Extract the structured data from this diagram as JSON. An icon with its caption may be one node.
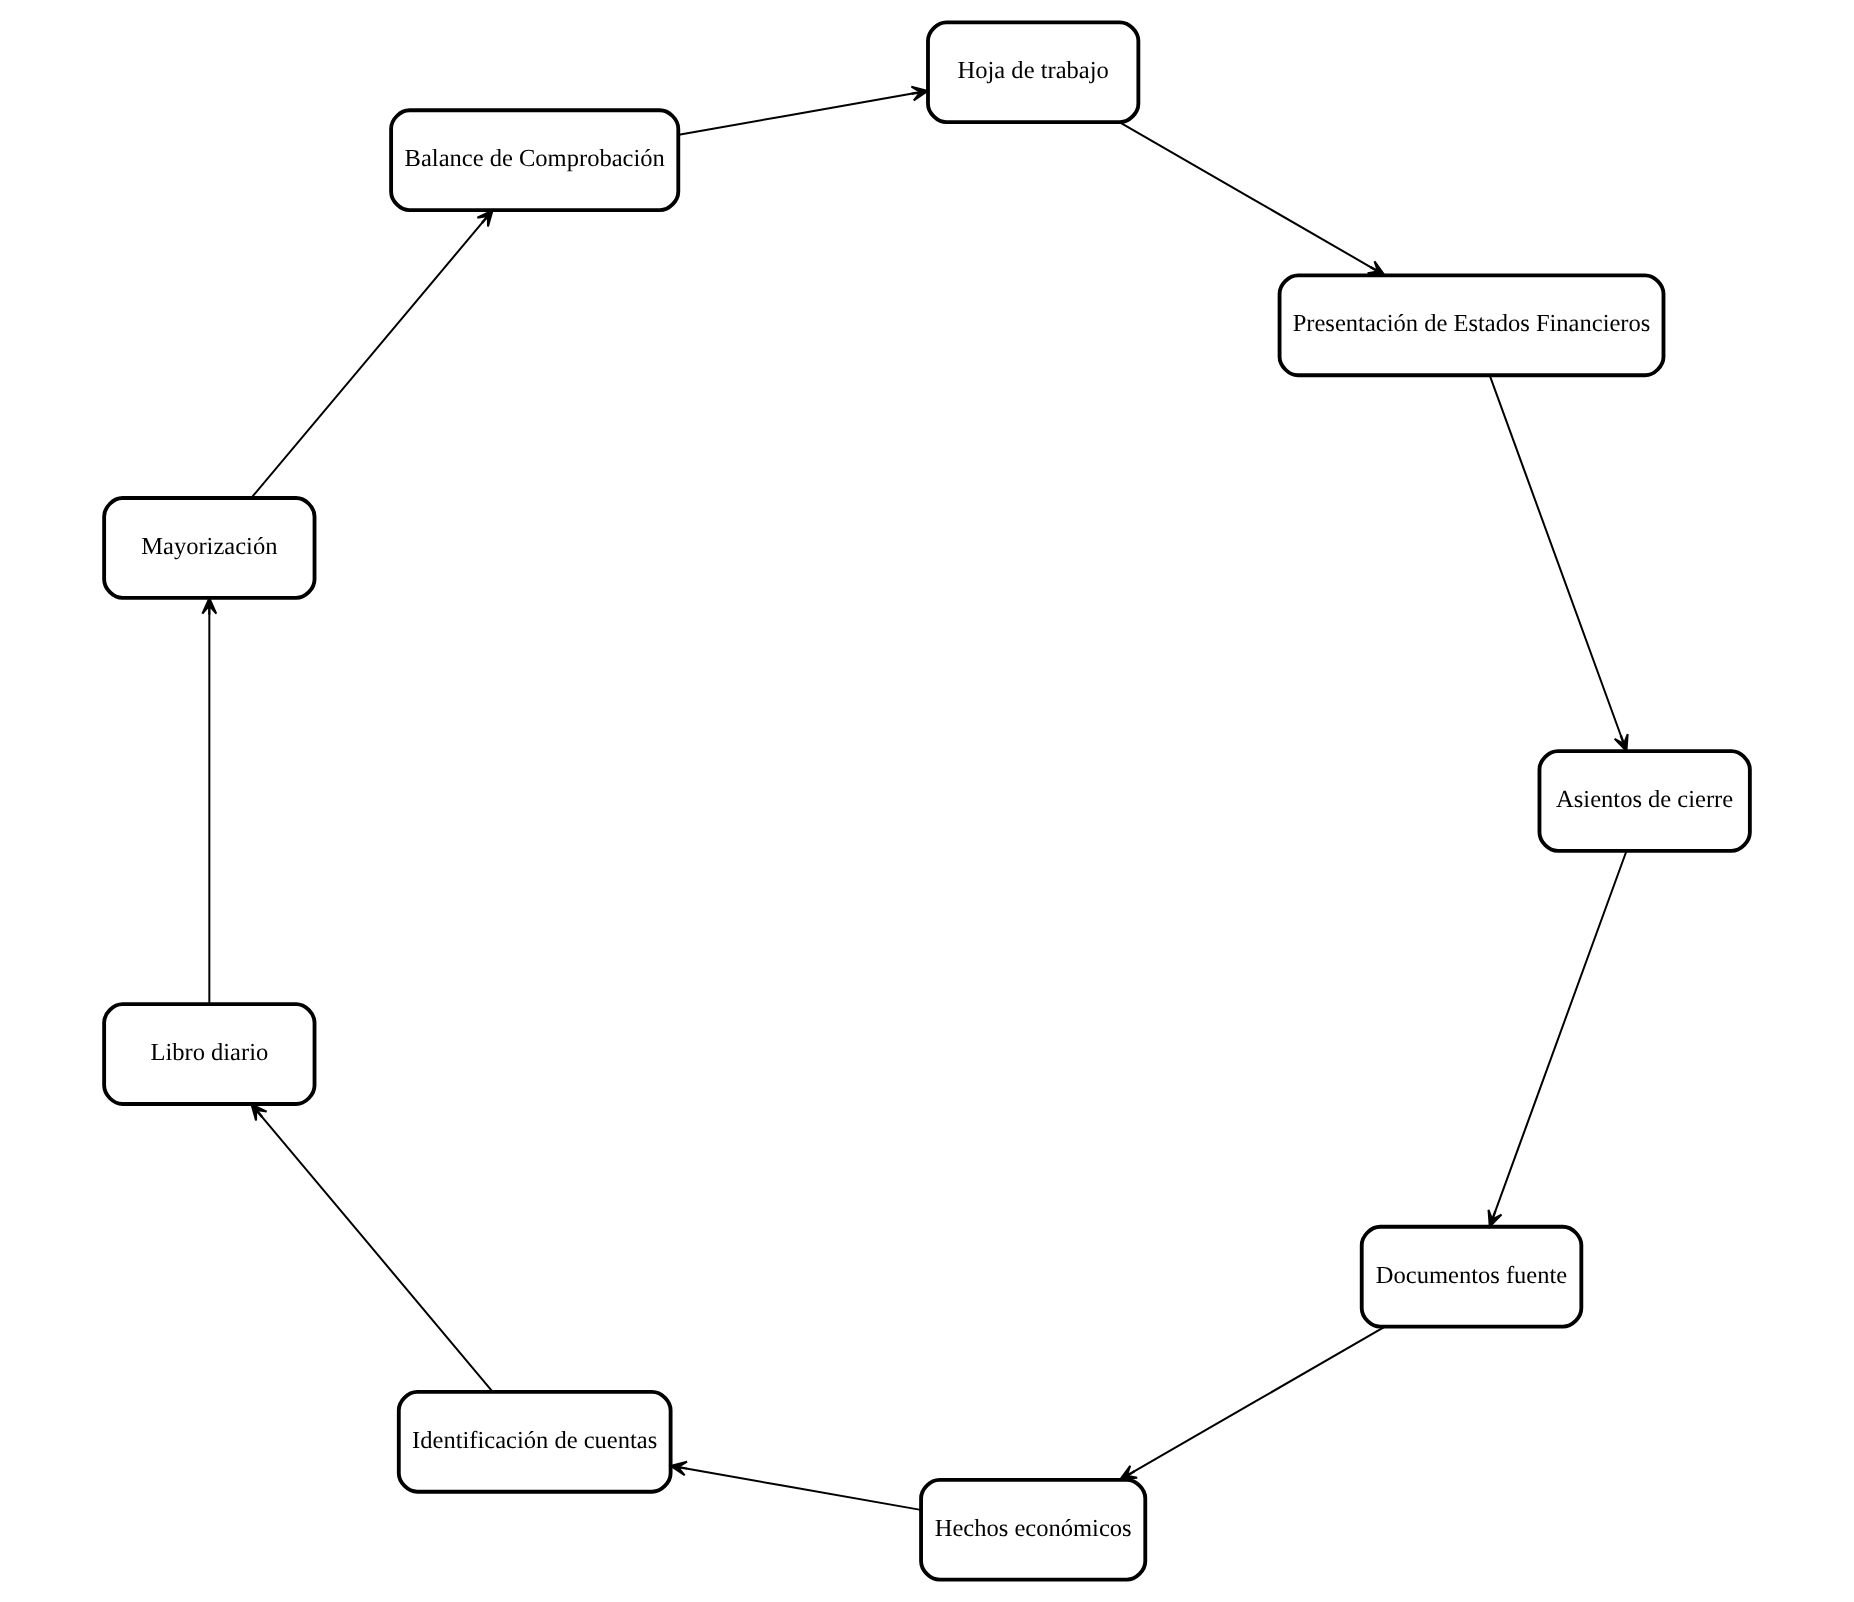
{
  "diagram": {
    "nodes": [
      {
        "text": [
          "Documentos fuente"
        ]
      },
      {
        "text": [
          "Hechos económicos"
        ]
      },
      {
        "text": [
          "Identificación de cuentas"
        ]
      },
      {
        "text": [
          "Libro diario"
        ]
      },
      {
        "text": [
          "Mayorización"
        ]
      },
      {
        "text": [
          "Balance de Comprobación"
        ]
      },
      {
        "text": [
          "Hoja de trabajo"
        ]
      },
      {
        "text": [
          "Presentación de Estados Financieros"
        ]
      },
      {
        "text": [
          "Asientos de cierre"
        ]
      }
    ],
    "edges": [
      {
        "from": 0,
        "to": 1,
        "arrow": "to"
      },
      {
        "from": 1,
        "to": 2,
        "arrow": "to"
      },
      {
        "from": 2,
        "to": 3,
        "arrow": "to"
      },
      {
        "from": 3,
        "to": 4,
        "arrow": "to"
      },
      {
        "from": 4,
        "to": 5,
        "arrow": "to"
      },
      {
        "from": 5,
        "to": 6,
        "arrow": "to"
      },
      {
        "from": 6,
        "to": 7,
        "arrow": "to"
      },
      {
        "from": 7,
        "to": 8,
        "arrow": "to"
      },
      {
        "from": 8,
        "to": 0,
        "arrow": "to"
      }
    ]
  }
}
